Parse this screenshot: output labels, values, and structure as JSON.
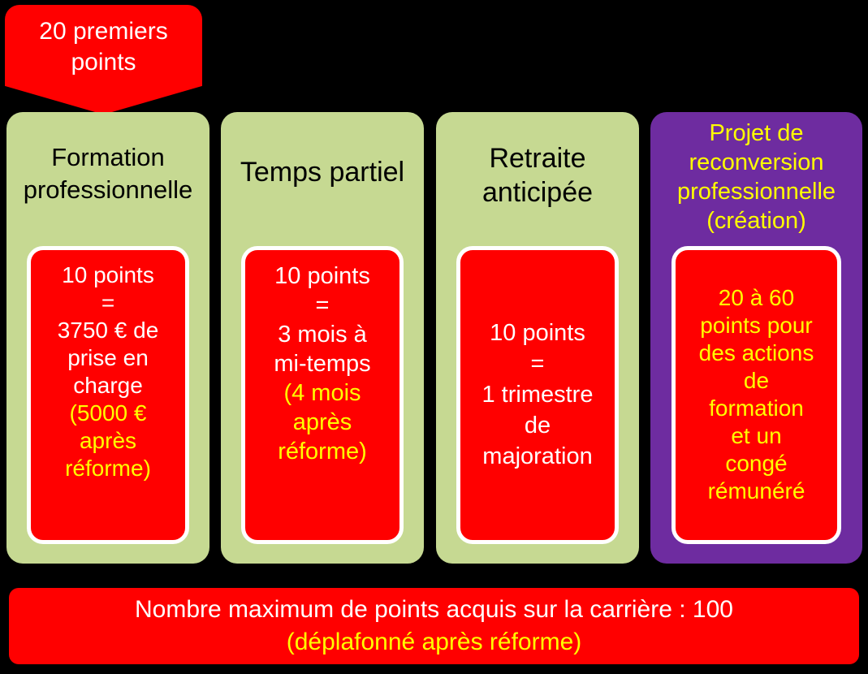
{
  "callout": {
    "text": "20 premiers\npoints"
  },
  "colors": {
    "red": "#FF0000",
    "green": "#C6D992",
    "purple": "#6E2CA0",
    "yellow": "#FFFF00",
    "white": "#FFFFFF",
    "black": "#000000"
  },
  "columns": [
    {
      "title": "Formation\nprofessionnelle",
      "title_color": "#000000",
      "background": "#C6D992",
      "card": {
        "background": "#FF0000",
        "lines": [
          {
            "text": "10 points\n=\n3750 € de\nprise en\ncharge",
            "color": "#FFFFFF"
          },
          {
            "text": "(5000 €\naprès\nréforme)",
            "color": "#FFFF00"
          }
        ]
      }
    },
    {
      "title": "Temps partiel",
      "title_color": "#000000",
      "background": "#C6D992",
      "card": {
        "background": "#FF0000",
        "lines": [
          {
            "text": "10 points\n=\n3 mois à\nmi-temps",
            "color": "#FFFFFF"
          },
          {
            "text": "(4 mois\naprès\nréforme)",
            "color": "#FFFF00"
          }
        ]
      }
    },
    {
      "title": "Retraite\nanticipée",
      "title_color": "#000000",
      "background": "#C6D992",
      "card": {
        "background": "#FF0000",
        "lines": [
          {
            "text": "10 points\n=\n1 trimestre\nde\nmajoration",
            "color": "#FFFFFF"
          }
        ]
      }
    },
    {
      "title": "Projet de\nreconversion\nprofessionnelle\n(création)",
      "title_color": "#FFFF00",
      "background": "#6E2CA0",
      "card": {
        "background": "#FF0000",
        "lines": [
          {
            "text": "20 à 60\npoints pour\ndes actions\nde\nformation\net un\ncongé\nrémunéré",
            "color": "#FFFF00"
          }
        ]
      }
    }
  ],
  "footer": {
    "line1": "Nombre maximum de points acquis sur la carrière : 100",
    "line1_color": "#FFFFFF",
    "line2": "(déplafonné après réforme)",
    "line2_color": "#FFFF00"
  }
}
